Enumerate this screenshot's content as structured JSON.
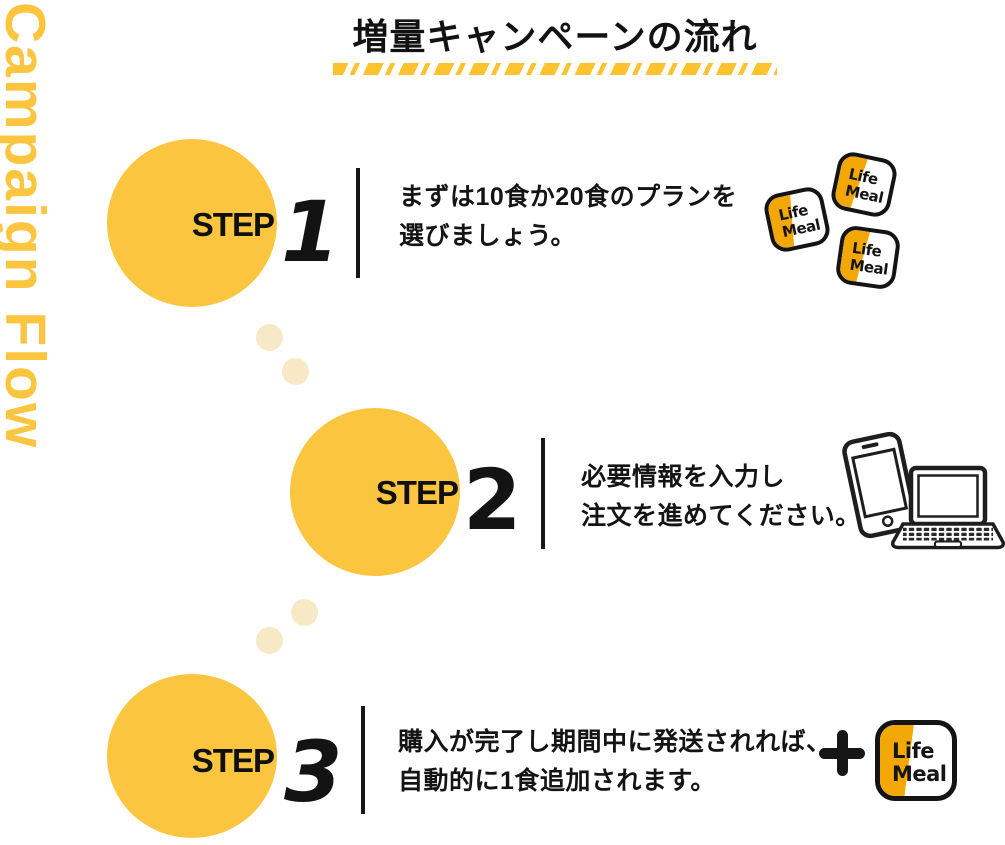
{
  "colors": {
    "accent_yellow": "#FBC540",
    "stripe_yellow": "#FCC32E",
    "logo_orange": "#F2A705",
    "pale_dot": "#F7E8C6",
    "ink": "#141414"
  },
  "page": {
    "title": "増量キャンペーンの流れ",
    "side_label": "Campaign Flow"
  },
  "logo": {
    "line1": "Life",
    "line2": "Meal"
  },
  "steps": [
    {
      "label": "STEP",
      "number": "1",
      "lines": [
        "まずは10食か20食のプランを",
        "選びましょう。"
      ],
      "icon": "lifemeal-packages"
    },
    {
      "label": "STEP",
      "number": "2",
      "lines": [
        "必要情報を入力し",
        "注文を進めてください。"
      ],
      "icon": "smartphone-laptop"
    },
    {
      "label": "STEP",
      "number": "3",
      "lines": [
        "購入が完了し期間中に発送されれば、",
        "自動的に1食追加されます。"
      ],
      "icon": "plus-lifemeal"
    }
  ]
}
